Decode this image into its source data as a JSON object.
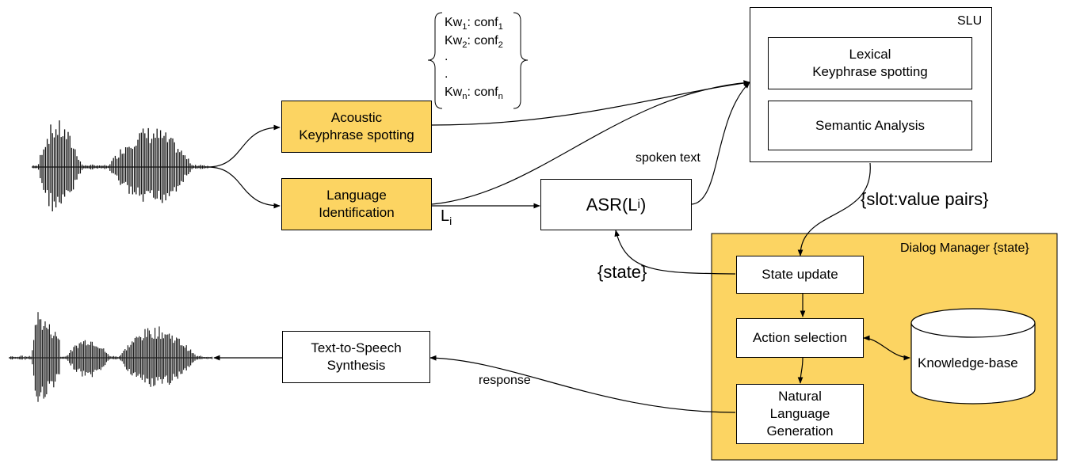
{
  "acoustic_kws": {
    "line1": "Acoustic",
    "line2": "Keyphrase spotting"
  },
  "lang_id": {
    "line1": "Language",
    "line2": "Identification"
  },
  "li_label": {
    "main": "L",
    "sub": "i"
  },
  "asr": {
    "prefix": "ASR(L",
    "sub": "i",
    "suffix": ")"
  },
  "kw_list": [
    {
      "kw": "Kw",
      "i": "1",
      "conf": ": conf",
      "j": "1"
    },
    {
      "kw": "Kw",
      "i": "2",
      "conf": ": conf",
      "j": "2"
    },
    {
      "dot": "."
    },
    {
      "dot": "."
    },
    {
      "kw": "Kw",
      "i": "n",
      "conf": ": conf",
      "j": "n"
    }
  ],
  "spoken_text": "spoken text",
  "slu": {
    "title": "SLU",
    "lexical_line1": "Lexical",
    "lexical_line2": "Keyphrase spotting",
    "semantic": "Semantic Analysis"
  },
  "slot_value": "{slot:value pairs}",
  "dm": {
    "title": "Dialog Manager {state}",
    "state_update": "State update",
    "action_selection": "Action selection",
    "nlg_line1": "Natural",
    "nlg_line2": "Language",
    "nlg_line3": "Generation",
    "kb": "Knowledge-base"
  },
  "state_label": "{state}",
  "response": "response",
  "tts": {
    "line1": "Text-to-Speech",
    "line2": "Synthesis"
  }
}
